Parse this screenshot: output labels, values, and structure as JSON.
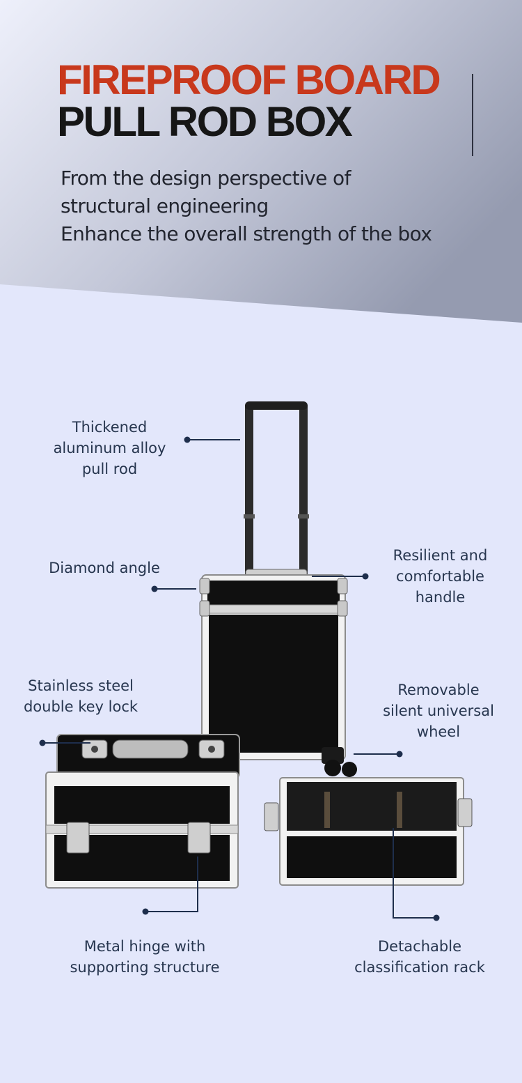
{
  "colors": {
    "background": "#e3e7fb",
    "header_gradient_light": "#eef0fb",
    "header_gradient_dark": "#959bb0",
    "title_accent": "#c8381c",
    "title_main": "#161616",
    "label_text": "#27364f",
    "callout_line": "#1e2e4c"
  },
  "header": {
    "title_line1": "FIREPROOF BOARD",
    "title_line2": "PULL ROD BOX",
    "subtitle": [
      "From the design perspective of",
      "structural engineering",
      "Enhance the overall strength of the box"
    ]
  },
  "features": {
    "pull_rod": [
      "Thickened",
      "aluminum alloy",
      "pull rod"
    ],
    "diamond_angle": [
      "Diamond angle"
    ],
    "handle": [
      "Resilient and",
      "comfortable",
      "handle"
    ],
    "key_lock": [
      "Stainless steel",
      "double key lock"
    ],
    "wheel": [
      "Removable",
      "silent universal",
      "wheel"
    ],
    "hinge": [
      "Metal hinge with",
      "supporting structure"
    ],
    "rack": [
      "Detachable",
      "classification rack"
    ]
  }
}
